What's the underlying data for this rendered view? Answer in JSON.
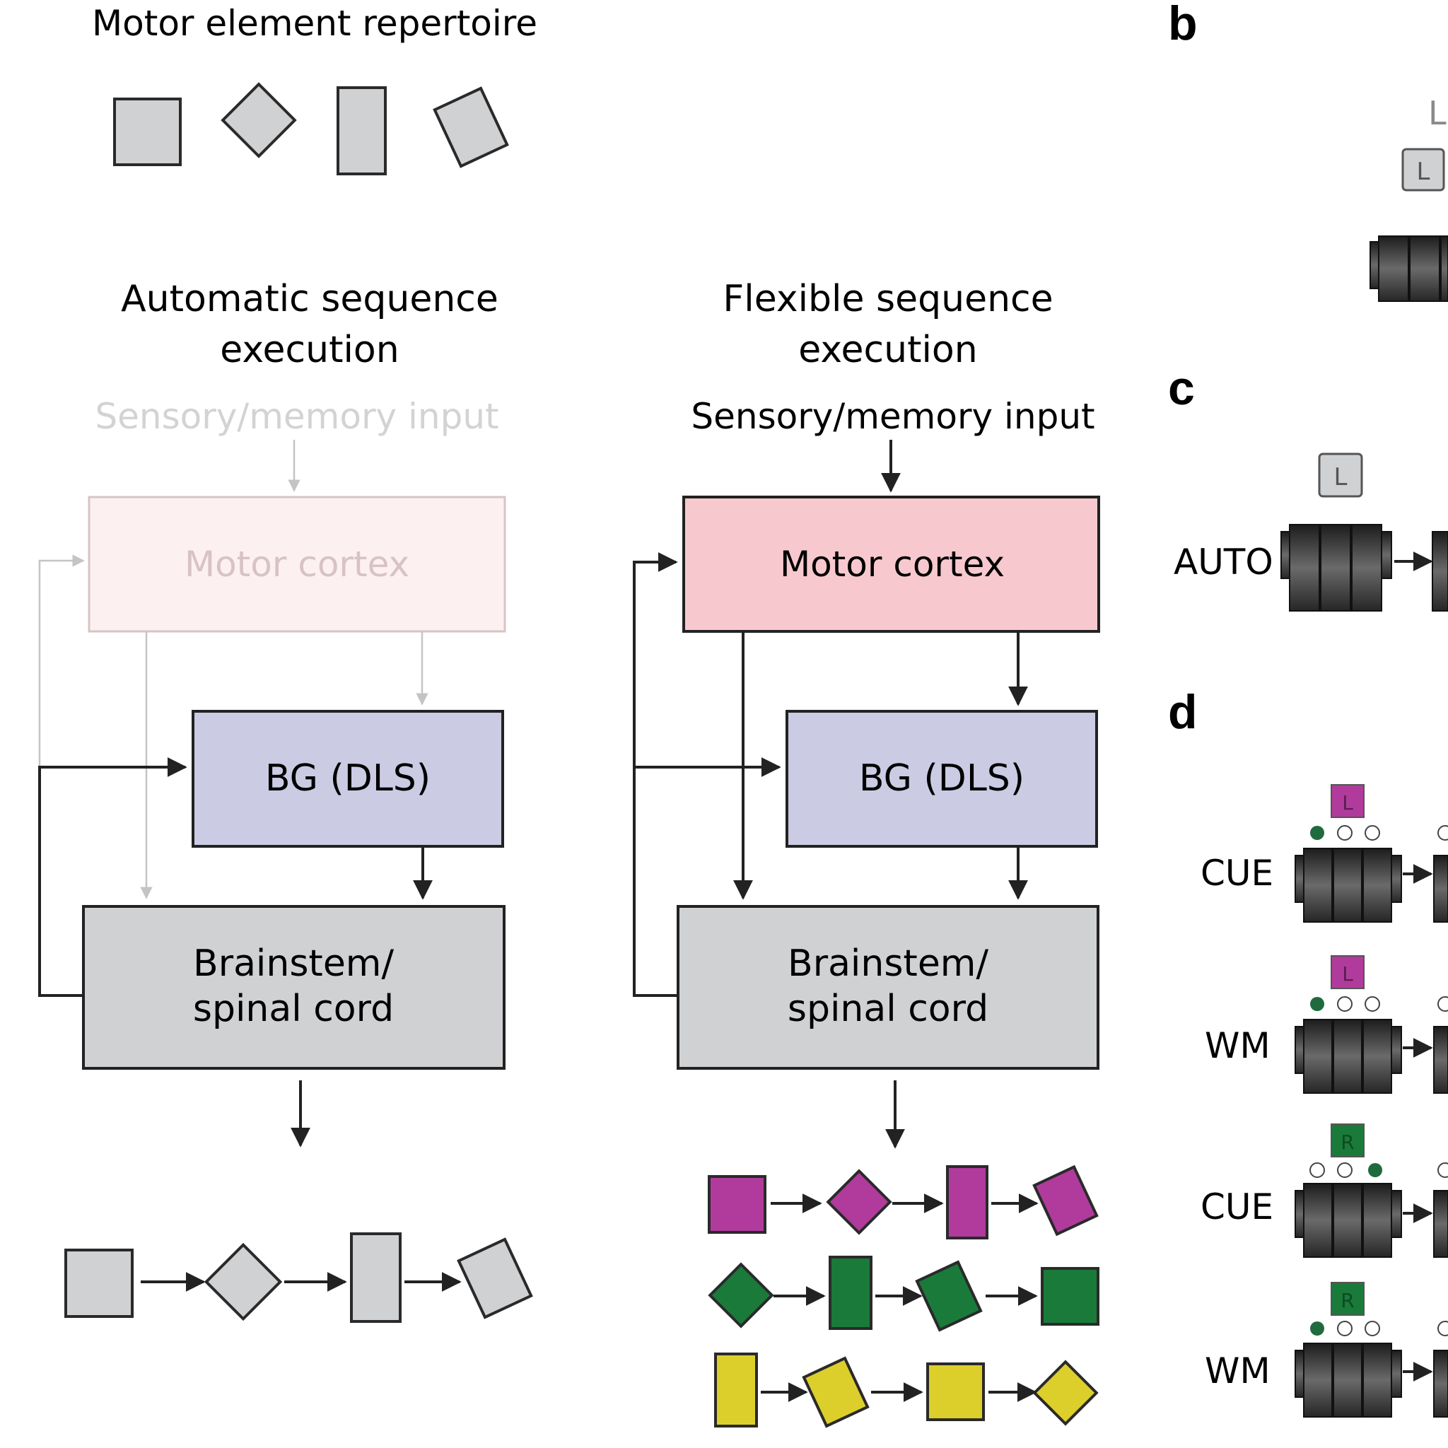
{
  "panel_letters": {
    "b": "b",
    "c": "c",
    "d": "d"
  },
  "repertoire": {
    "title": "Motor element repertoire"
  },
  "automatic": {
    "title_line1": "Automatic sequence",
    "title_line2": "execution",
    "input": "Sensory/memory input",
    "motor_cortex": "Motor cortex",
    "bg": "BG (DLS)",
    "brainstem_line1": "Brainstem/",
    "brainstem_line2": "spinal cord"
  },
  "flexible": {
    "title_line1": "Flexible sequence",
    "title_line2": "execution",
    "input": "Sensory/memory input",
    "motor_cortex": "Motor cortex",
    "bg": "BG (DLS)",
    "brainstem_line1": "Brainstem/",
    "brainstem_line2": "spinal cord"
  },
  "panel_b": {
    "partial_label": "L",
    "lever_letter": "L"
  },
  "panel_c": {
    "row_label": "AUTO",
    "lever_letter": "L"
  },
  "panel_d": {
    "rows": [
      {
        "label": "CUE",
        "cue_letter": "L"
      },
      {
        "label": "WM",
        "cue_letter": "L"
      },
      {
        "label": "CUE",
        "cue_letter": "R"
      },
      {
        "label": "WM",
        "cue_letter": "R"
      }
    ]
  },
  "colors": {
    "gray_fill": "#d0d1d3",
    "motor_cortex_fill": "#f7c9ce",
    "motor_cortex_faded_fill": "#fdf0f1",
    "bg_fill": "#cbcbe4",
    "magenta": "#b13b9c",
    "green": "#1a7a3a",
    "yellow": "#dccf2c",
    "dark_green_dot": "#1f6b3e"
  }
}
